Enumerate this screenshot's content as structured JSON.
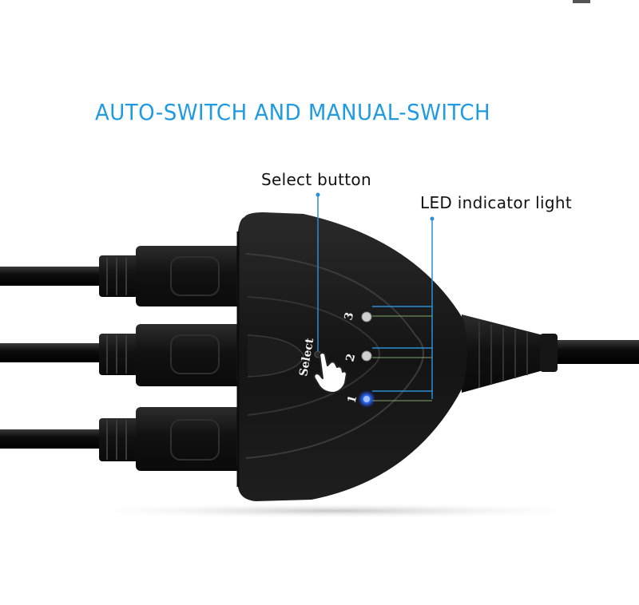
{
  "headline": "AUTO-SWITCH AND MANUAL-SWITCH",
  "callouts": {
    "select_button": "Select button",
    "led_indicator": "LED indicator light"
  },
  "device": {
    "button_label": "Select",
    "port_labels": [
      "3",
      "2",
      "1"
    ],
    "active_port": "1"
  },
  "colors": {
    "accent": "#1e9be3",
    "device_body": "#1a1a1a",
    "led_active": "#1f6dff",
    "led_inactive": "#d0d0d0",
    "leader_line": "#2a8fd6"
  },
  "icons": [
    "hand-pointer-icon"
  ]
}
